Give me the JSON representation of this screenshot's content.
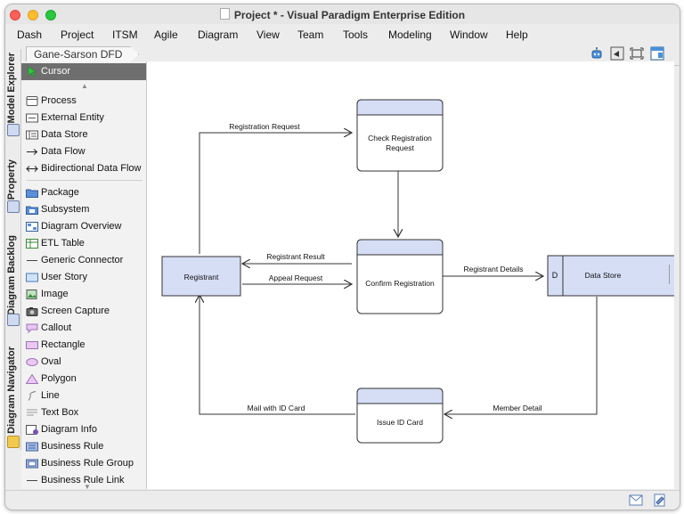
{
  "window": {
    "title": "Project * - Visual Paradigm Enterprise Edition"
  },
  "menu": {
    "items": [
      "Dash",
      "Project",
      "ITSM",
      "Agile",
      "Diagram",
      "View",
      "Team",
      "Tools",
      "Modeling",
      "Window",
      "Help"
    ]
  },
  "diagram_tab": {
    "label": "Gane-Sarson DFD"
  },
  "side_tabs": [
    "Model Explorer",
    "Property",
    "Diagram Backlog",
    "Diagram Navigator"
  ],
  "palette": {
    "items": [
      "Cursor",
      "Process",
      "External Entity",
      "Data Store",
      "Data Flow",
      "Bidirectional Data Flow",
      "Package",
      "Subsystem",
      "Diagram Overview",
      "ETL Table",
      "Generic Connector",
      "User Story",
      "Image",
      "Screen Capture",
      "Callout",
      "Rectangle",
      "Oval",
      "Polygon",
      "Line",
      "Text Box",
      "Diagram Info",
      "Business Rule",
      "Business Rule Group",
      "Business Rule Link"
    ]
  },
  "diagram": {
    "processes": [
      "Check Registration Request",
      "Confirm Registration",
      "Issue ID Card"
    ],
    "entity": "Registrant",
    "datastore": {
      "id": "D",
      "name": "Data Store"
    },
    "flows": [
      "Registration Request",
      "Registrant Result",
      "Appeal Request",
      "Registrant Details",
      "Mail with ID Card",
      "Member Detail"
    ]
  },
  "colors": {
    "shape_fill": "#d6def6",
    "shape_stroke": "#333333",
    "header_fill": "#d6def6",
    "selected_tool": "#6e6e6e"
  }
}
